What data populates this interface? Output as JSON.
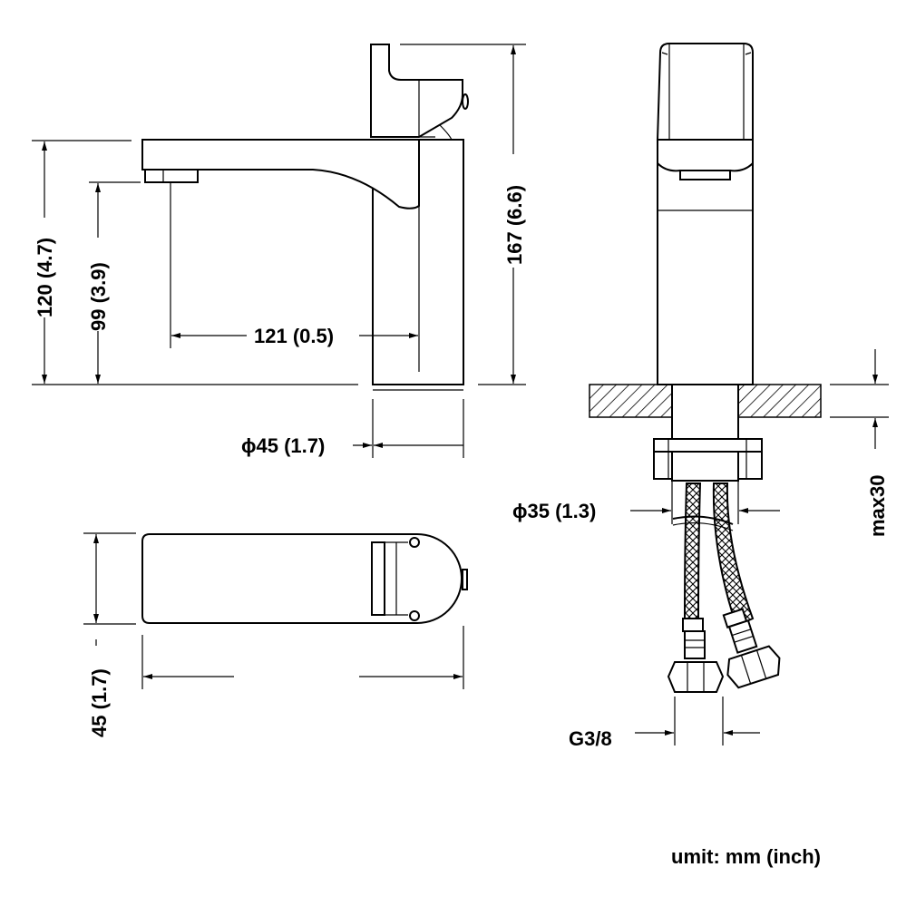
{
  "dimensions": {
    "total_height": "120 (4.7)",
    "spout_height": "99 (3.9)",
    "spout_reach": "121 (0.5)",
    "overall_height": "167 (6.6)",
    "base_diameter": "ϕ45 (1.7)",
    "top_width": "45 (1.7)",
    "shank_diameter": "ϕ35 (1.3)",
    "deck_thickness": "max30",
    "connection": "G3/8"
  },
  "footer": {
    "unit_note": "umit: mm (inch)"
  },
  "colors": {
    "line": "#000000",
    "background": "#ffffff"
  }
}
